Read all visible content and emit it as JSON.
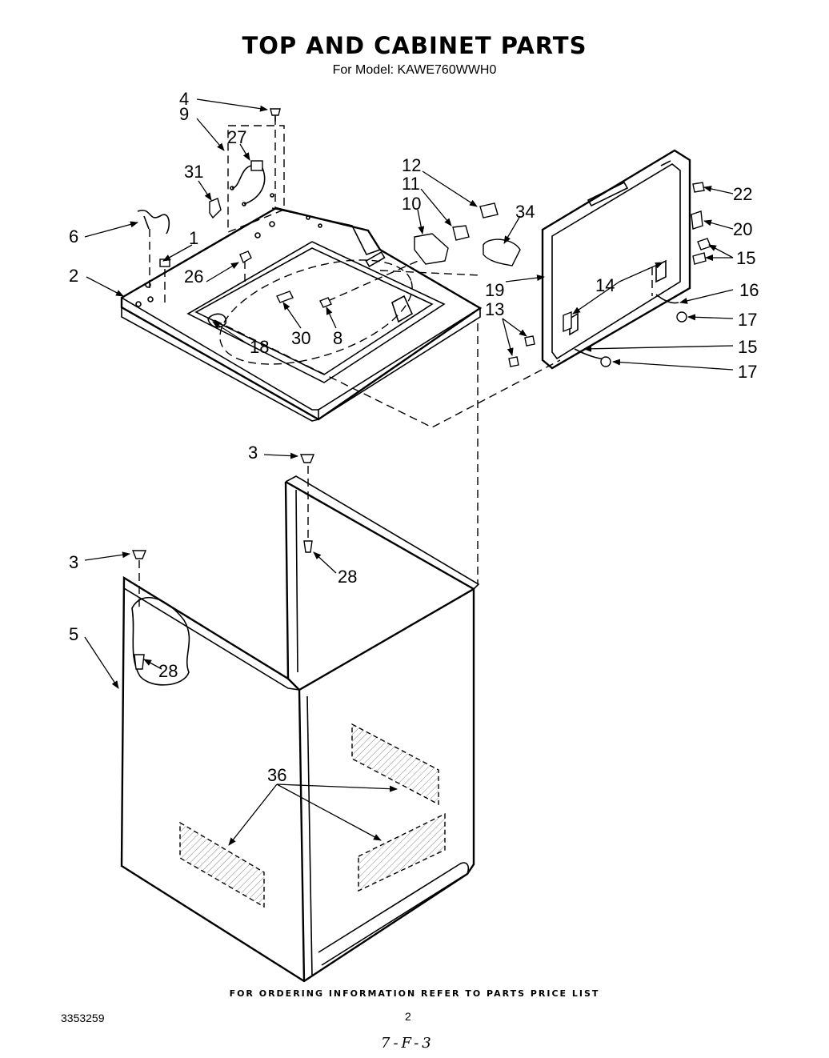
{
  "title": "TOP AND CABINET PARTS",
  "subtitle": "For Model: KAWE760WWH0",
  "callouts": {
    "c1": "1",
    "c2": "2",
    "c3a": "3",
    "c3b": "3",
    "c4": "4",
    "c5": "5",
    "c6": "6",
    "c8": "8",
    "c9": "9",
    "c10": "10",
    "c11": "11",
    "c12": "12",
    "c13": "13",
    "c14": "14",
    "c15a": "15",
    "c15b": "15",
    "c16": "16",
    "c17a": "17",
    "c17b": "17",
    "c18": "18",
    "c19": "19",
    "c20": "20",
    "c22": "22",
    "c26": "26",
    "c27": "27",
    "c28a": "28",
    "c28b": "28",
    "c30": "30",
    "c31": "31",
    "c34": "34",
    "c36": "36"
  },
  "footer_note": "FOR ORDERING INFORMATION REFER TO PARTS PRICE LIST",
  "doc_number": "3353259",
  "page_number": "2",
  "handwritten": "7-F-3"
}
